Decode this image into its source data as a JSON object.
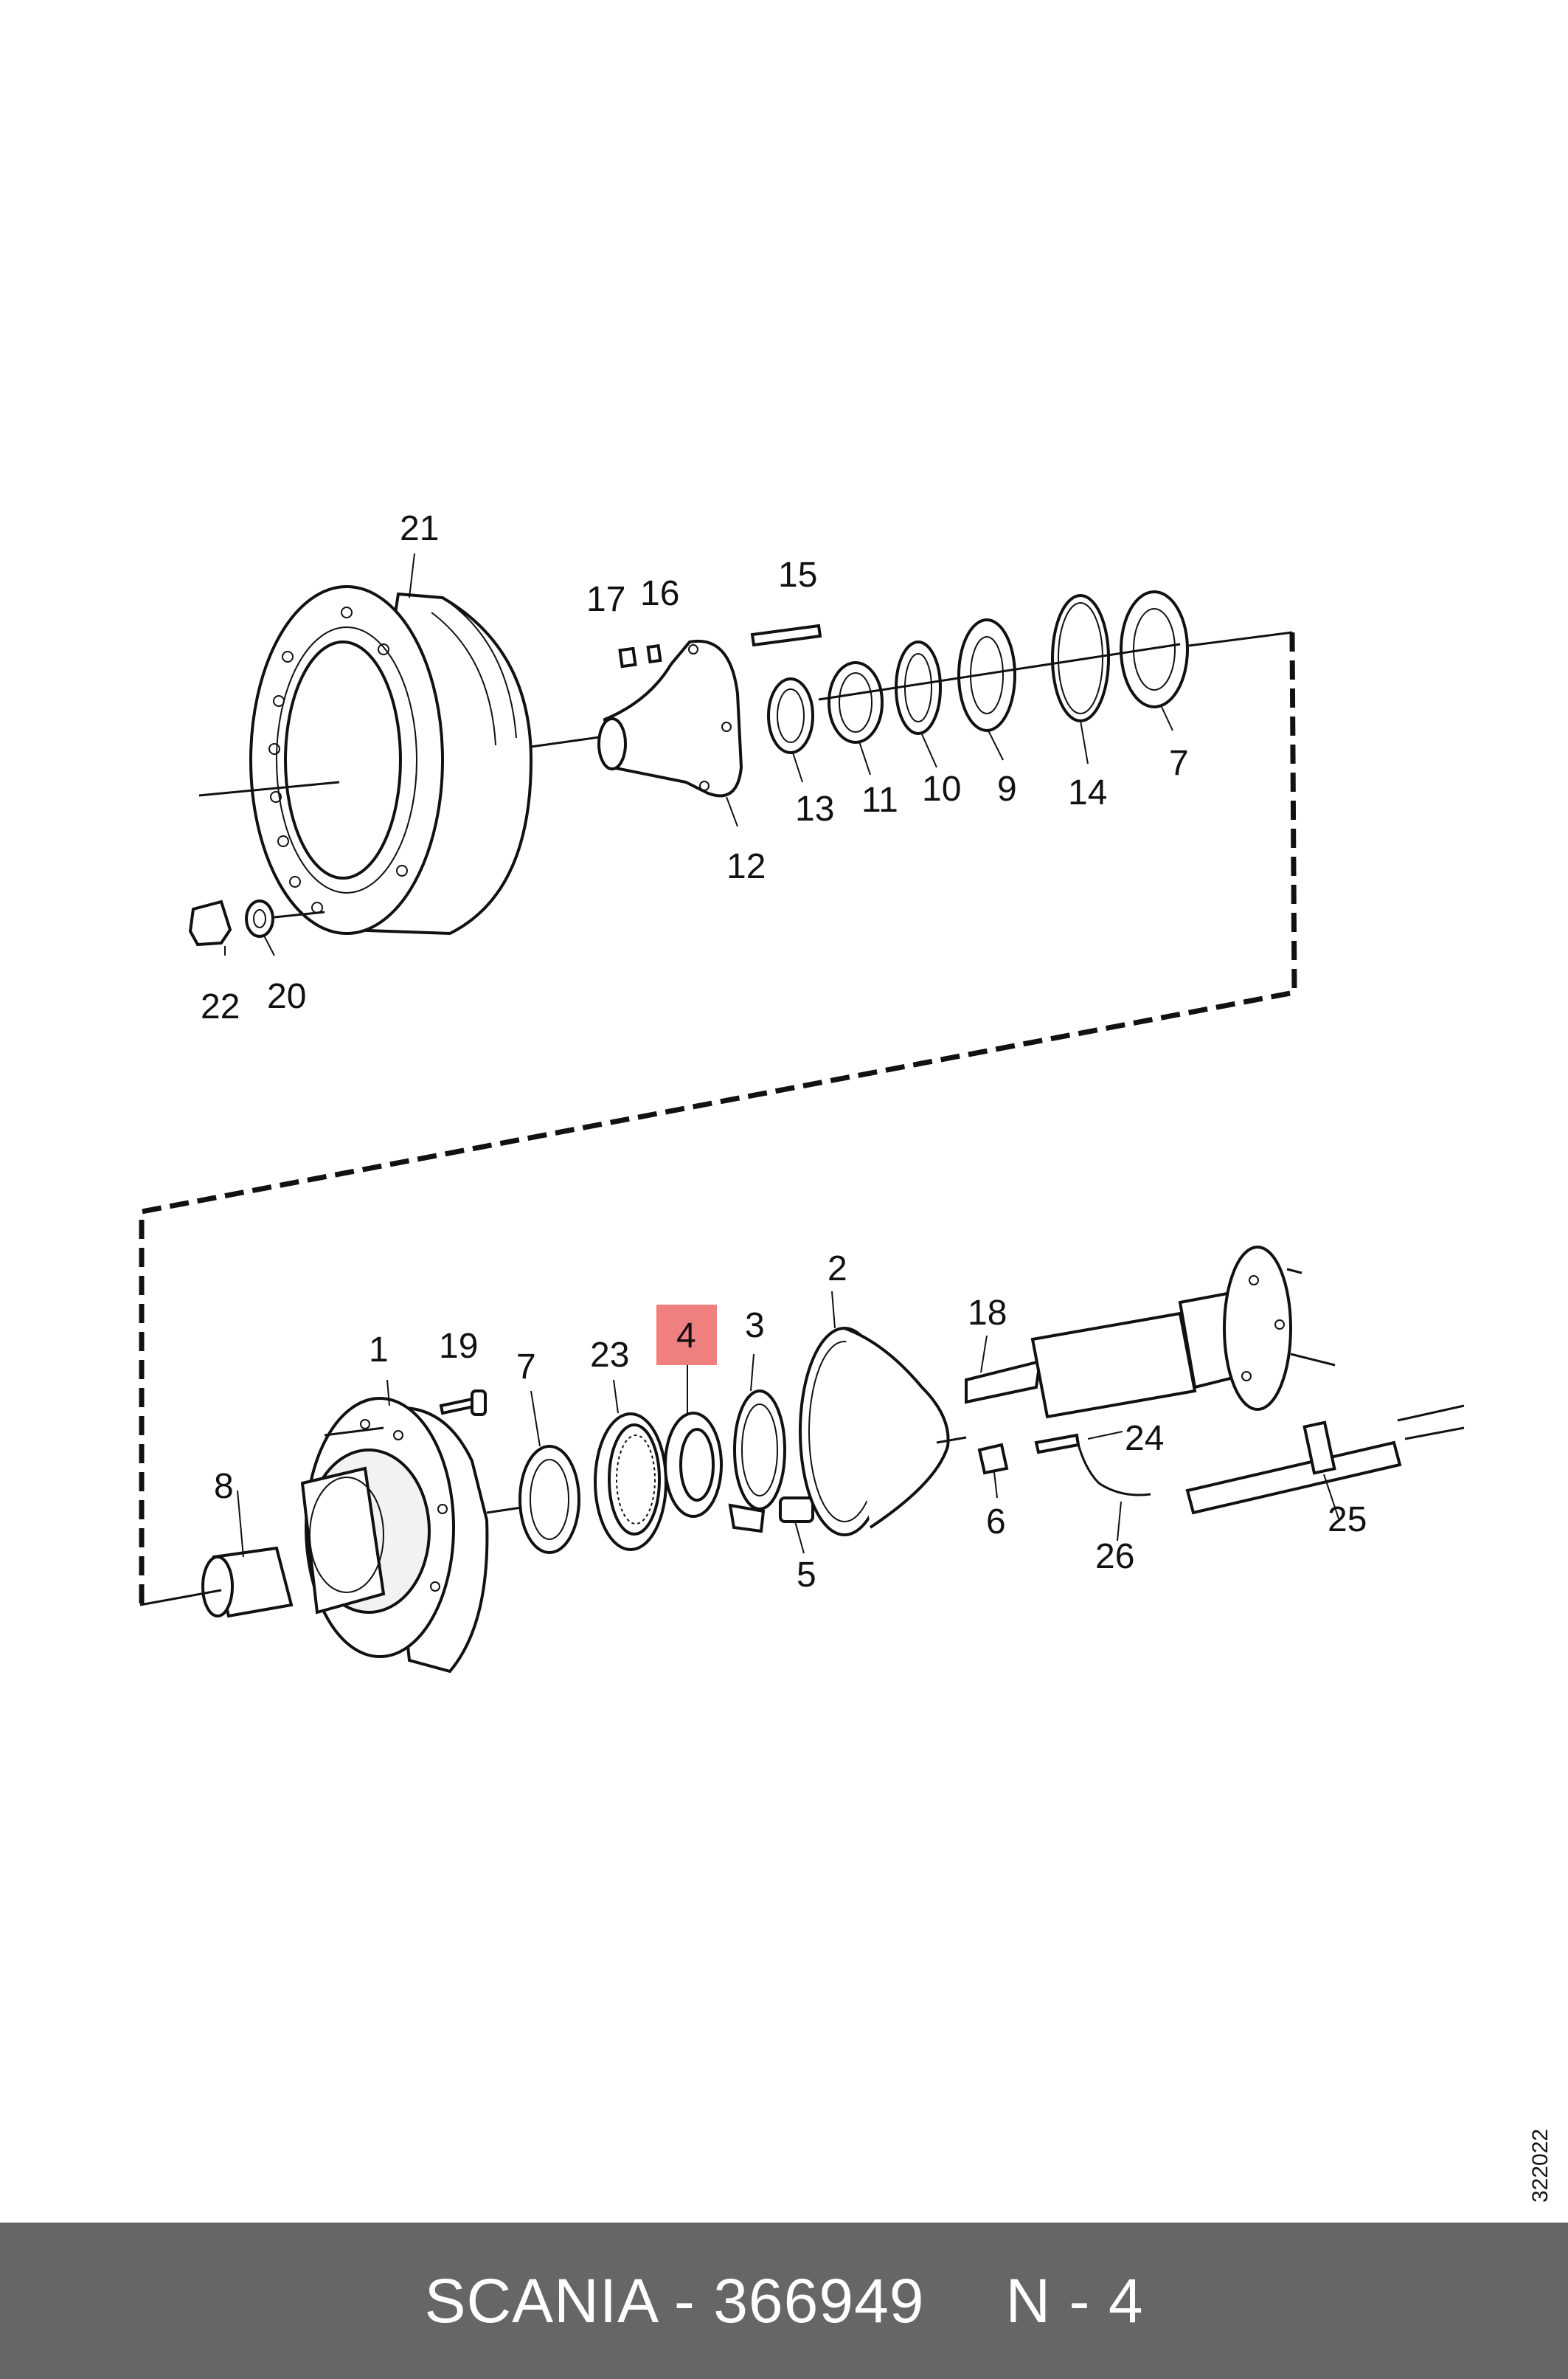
{
  "diagram": {
    "callouts": {
      "c1": "1",
      "c2": "2",
      "c3": "3",
      "c4": "4",
      "c5": "5",
      "c6": "6",
      "c7a": "7",
      "c7b": "7",
      "c8": "8",
      "c9": "9",
      "c10": "10",
      "c11": "11",
      "c12": "12",
      "c13": "13",
      "c14": "14",
      "c15": "15",
      "c16": "16",
      "c17": "17",
      "c18": "18",
      "c19": "19",
      "c20": "20",
      "c21": "21",
      "c22": "22",
      "c23": "23",
      "c24": "24",
      "c25": "25",
      "c26": "26"
    },
    "highlighted_callout": "4",
    "highlight_color": "#f08080",
    "drawing_number": "322022"
  },
  "footer": {
    "part_text": "SCANIA - 366949",
    "position_text": "N - 4",
    "background": "#666666"
  }
}
